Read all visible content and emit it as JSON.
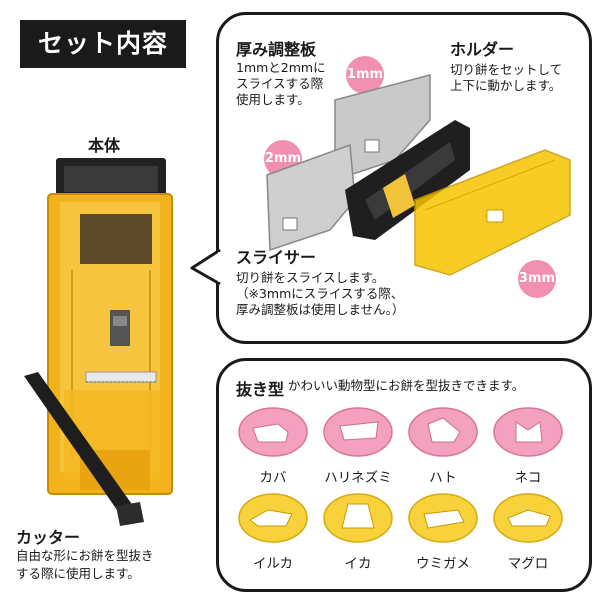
{
  "header": {
    "title": "セット内容"
  },
  "main_body": {
    "label": "本体"
  },
  "cutter": {
    "title": "カッター",
    "desc_line1": "自由な形にお餅を型抜き",
    "desc_line2": "する際に使用します。"
  },
  "thickness_plate": {
    "title": "厚み調整板",
    "desc_line1": "1mmと2mmに",
    "desc_line2": "スライスする際",
    "desc_line3": "使用します。"
  },
  "holder": {
    "title": "ホルダー",
    "desc_line1": "切り餅をセットして",
    "desc_line2": "上下に動かします。"
  },
  "slicer": {
    "title": "スライサー",
    "desc_line1": "切り餅をスライスします。",
    "desc_line2": "（※3mmにスライスする際、",
    "desc_line3": "厚み調整板は使用しません。）"
  },
  "sizes": {
    "s1": "1mm",
    "s2": "2mm",
    "s3": "3mm"
  },
  "molds": {
    "title": "抜き型",
    "desc": "かわいい動物型にお餅を型抜きできます。",
    "pink": [
      "カバ",
      "ハリネズミ",
      "ハト",
      "ネコ"
    ],
    "yellow": [
      "イルカ",
      "イカ",
      "ウミガメ",
      "マグロ"
    ]
  },
  "colors": {
    "pink": "#f08fb0",
    "yellow": "#f5c400",
    "amber": "#e8a317",
    "dark": "#1a1a1a"
  }
}
